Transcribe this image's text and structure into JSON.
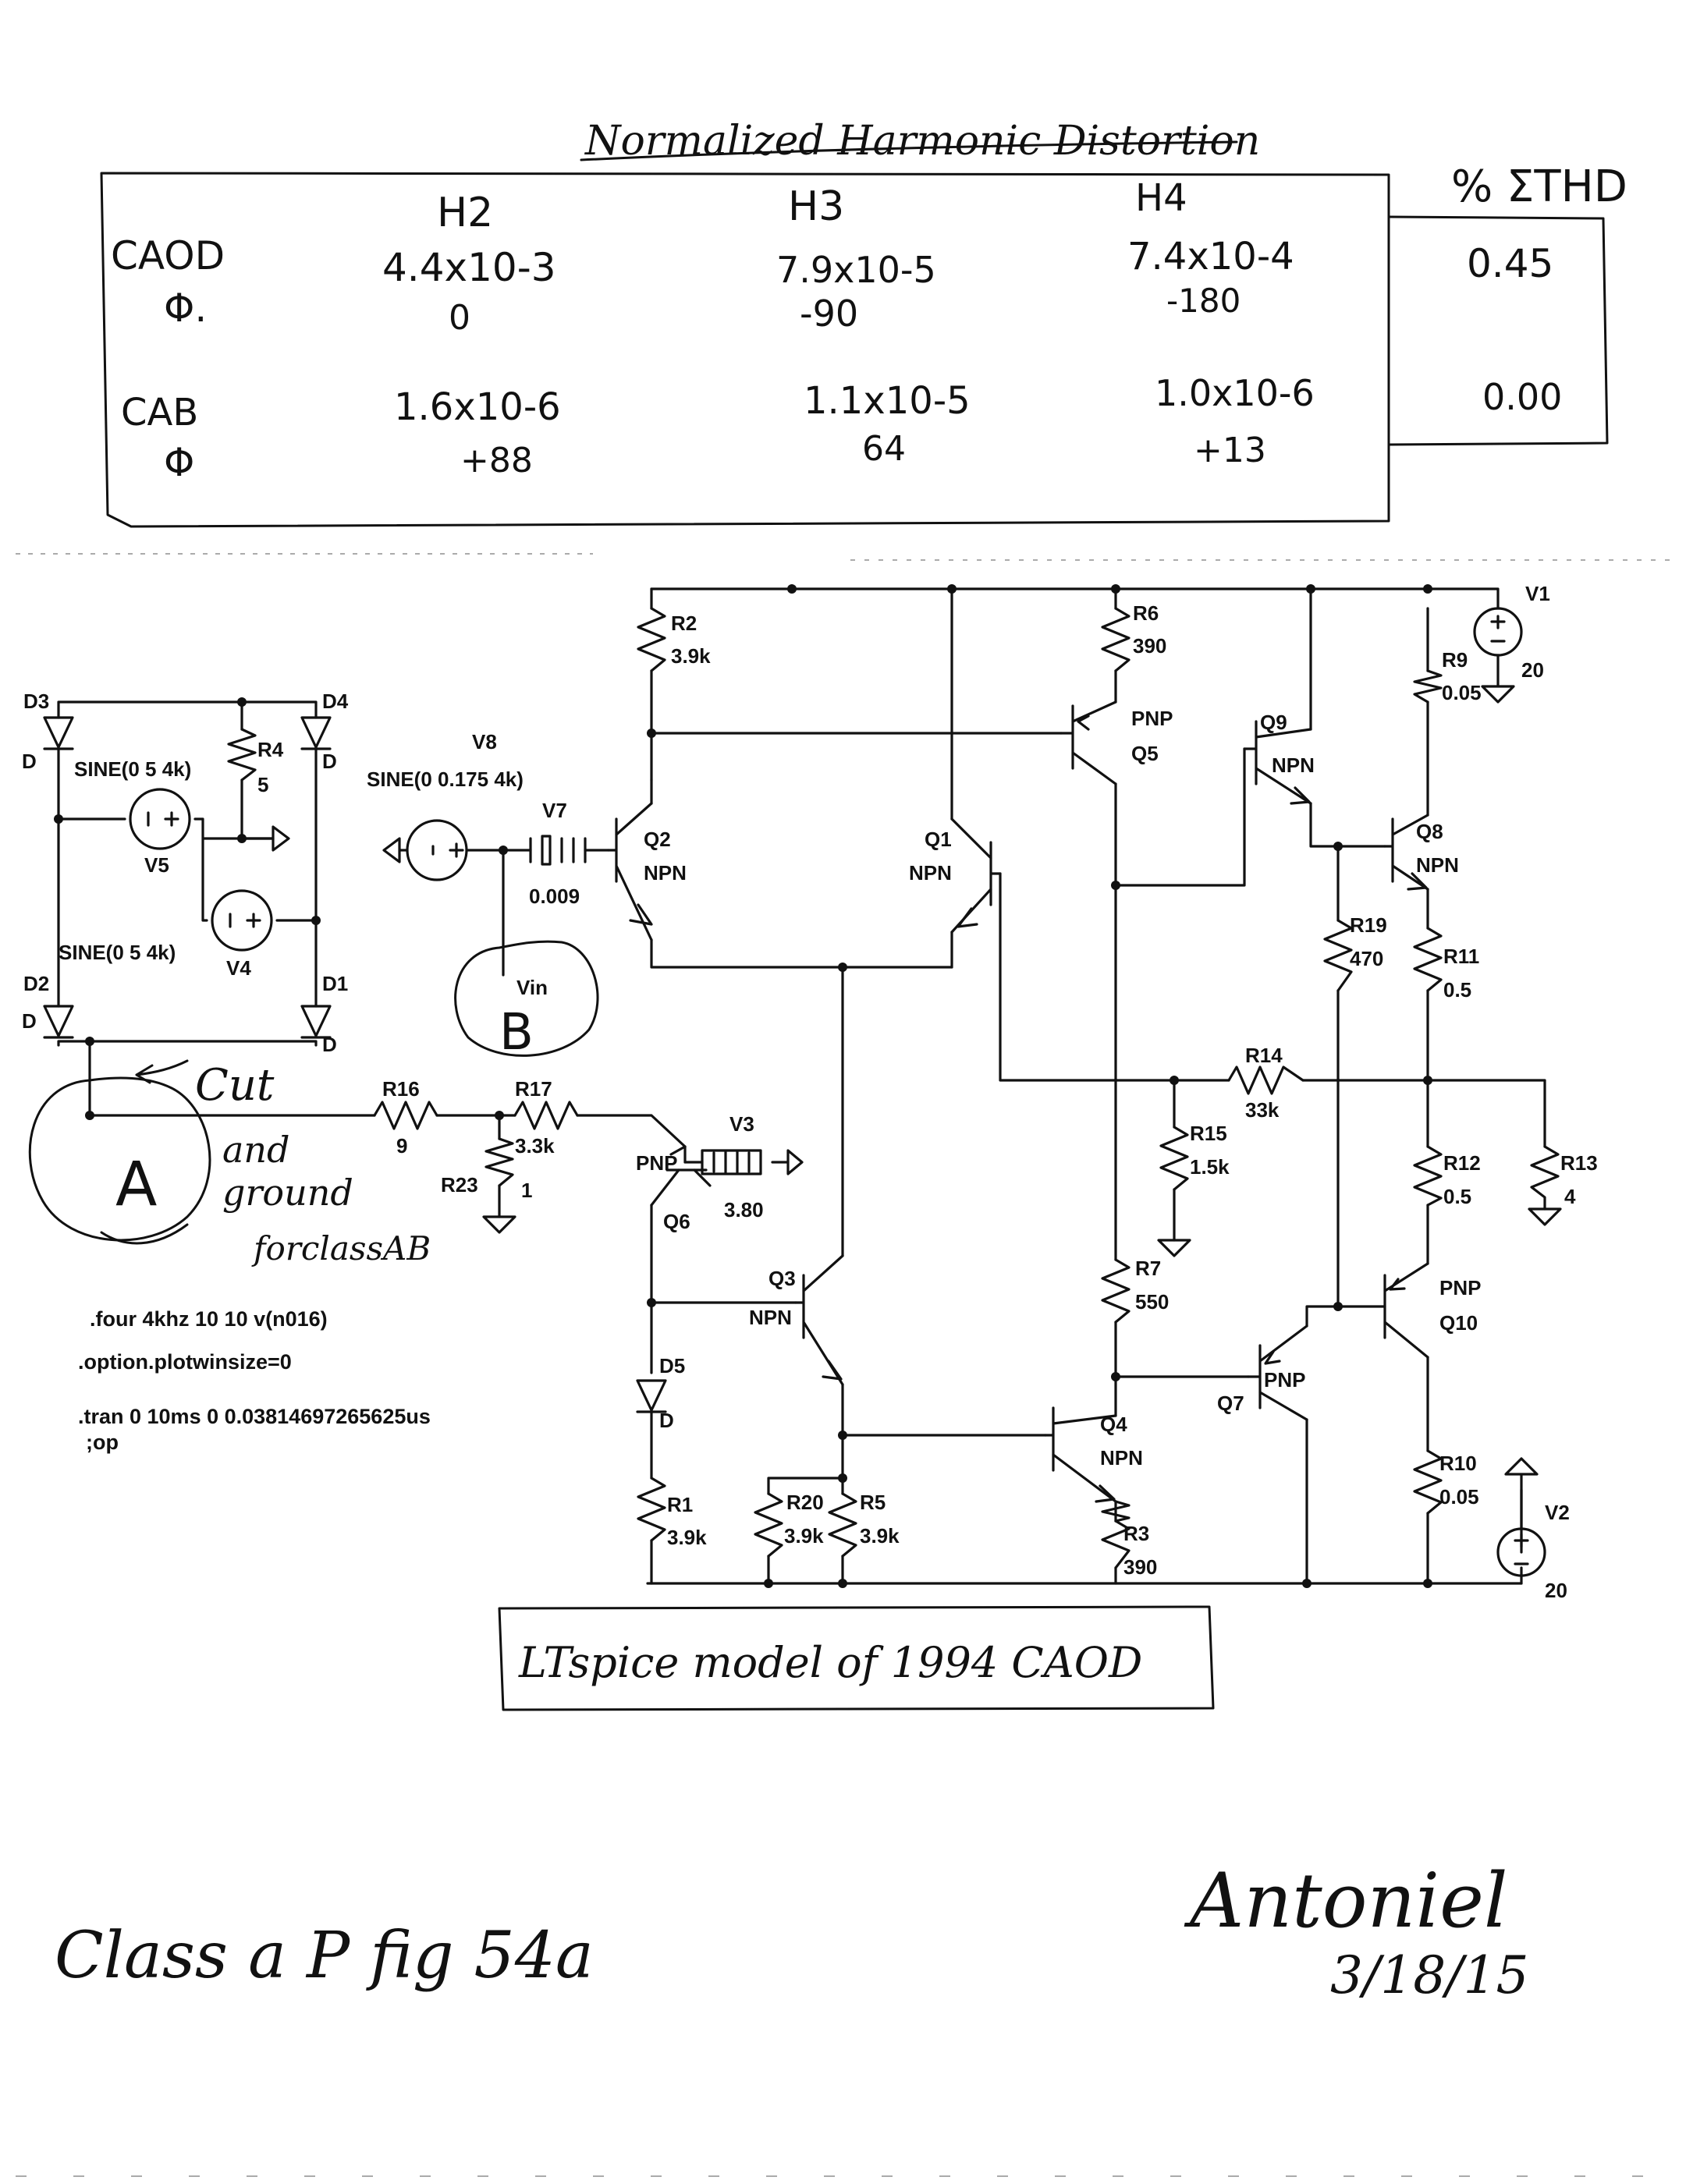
{
  "table": {
    "title": "Normalized Harmonic Distortion",
    "thd_header": "% ΣTHD",
    "headers": [
      "H2",
      "H3",
      "H4"
    ],
    "rows": [
      {
        "label": "CAOD",
        "values": [
          "4.4x10-3",
          "7.9x10-5",
          "7.4x10-4"
        ],
        "thd": "0.45"
      },
      {
        "label": "Φ.",
        "values": [
          "0",
          "-90",
          "-180"
        ],
        "thd": ""
      },
      {
        "label": "CAB",
        "values": [
          "1.6x10-6",
          "1.1x10-5",
          "1.0x10-6"
        ],
        "thd": "0.00"
      },
      {
        "label": "Φ",
        "values": [
          "+88",
          "64",
          "+13"
        ],
        "thd": ""
      }
    ]
  },
  "parts": {
    "R2": {
      "name": "R2",
      "value": "3.9k"
    },
    "R6": {
      "name": "R6",
      "value": "390"
    },
    "R9": {
      "name": "R9",
      "value": "0.05"
    },
    "R4": {
      "name": "R4",
      "value": "5"
    },
    "R19": {
      "name": "R19",
      "value": "470"
    },
    "R11": {
      "name": "R11",
      "value": "0.5"
    },
    "R14": {
      "name": "R14",
      "value": "33k"
    },
    "R15": {
      "name": "R15",
      "value": "1.5k"
    },
    "R16": {
      "name": "R16",
      "value": "9"
    },
    "R17": {
      "name": "R17",
      "value": "3.3k"
    },
    "R23": {
      "name": "R23",
      "value": "1"
    },
    "R12": {
      "name": "R12",
      "value": "0.5"
    },
    "R13": {
      "name": "R13",
      "value": "4"
    },
    "R7": {
      "name": "R7",
      "value": "550"
    },
    "R1": {
      "name": "R1",
      "value": "3.9k"
    },
    "R20": {
      "name": "R20",
      "value": "3.9k"
    },
    "R5": {
      "name": "R5",
      "value": "3.9k"
    },
    "R3": {
      "name": "R3",
      "value": "390"
    },
    "R10": {
      "name": "R10",
      "value": "0.05"
    },
    "V1": {
      "name": "V1",
      "value": "20"
    },
    "V2": {
      "name": "V2",
      "value": "20"
    },
    "V3": {
      "name": "V3",
      "value": "3.80"
    },
    "V4": {
      "name": "V4",
      "value": "SINE(0 5 4k)"
    },
    "V5": {
      "name": "V5",
      "value": "SINE(0 5 4k)"
    },
    "V7": {
      "name": "V7",
      "value": "0.009"
    },
    "V8": {
      "name": "V8",
      "value": "SINE(0 0.175 4k)"
    },
    "Q1": {
      "name": "Q1",
      "type": "NPN"
    },
    "Q2": {
      "name": "Q2",
      "type": "NPN"
    },
    "Q3": {
      "name": "Q3",
      "type": "NPN"
    },
    "Q4": {
      "name": "Q4",
      "type": "NPN"
    },
    "Q5": {
      "name": "Q5",
      "type": "PNP"
    },
    "Q6": {
      "name": "Q6",
      "type": "PNP"
    },
    "Q7": {
      "name": "Q7",
      "type": "PNP"
    },
    "Q8": {
      "name": "Q8",
      "type": "NPN"
    },
    "Q9": {
      "name": "Q9",
      "type": "NPN"
    },
    "Q10": {
      "name": "Q10",
      "type": "PNP"
    },
    "D1": {
      "name": "D1",
      "model": "D"
    },
    "D2": {
      "name": "D2",
      "model": "D"
    },
    "D3": {
      "name": "D3",
      "model": "D"
    },
    "D4": {
      "name": "D4",
      "model": "D"
    },
    "D5": {
      "name": "D5",
      "model": "D"
    }
  },
  "vin_label": "Vin",
  "spice_directives": [
    ".four 4khz 10 10 v(n016)",
    ".option.plotwinsize=0",
    ".tran 0 10ms 0 0.03814697265625us",
    ";op"
  ],
  "annotations": {
    "bubble_a": "A",
    "bubble_b": "B",
    "cut": "Cut",
    "and": "and",
    "ground": "ground",
    "for_class_ab": "forclassAB",
    "caption": "LTspice model of 1994 CAOD",
    "figure_note": "Class a P fig 54a",
    "author": "Antoniel",
    "date": "3/18/15"
  }
}
